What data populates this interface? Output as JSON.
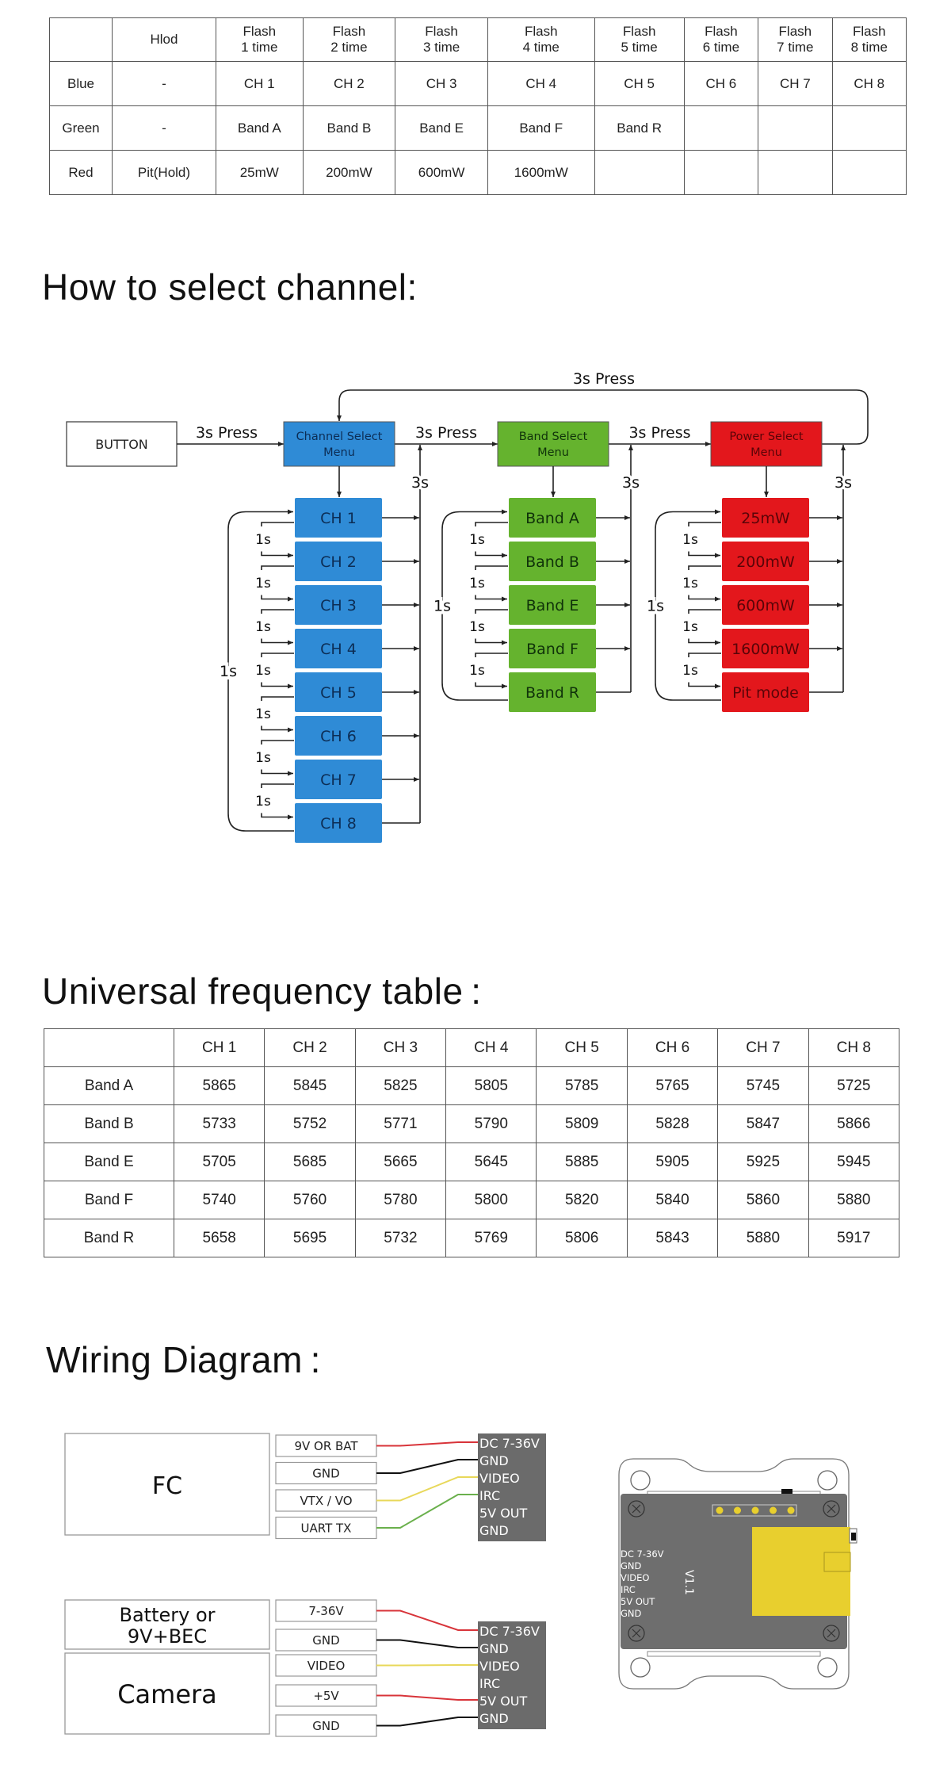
{
  "led_table": {
    "headers": [
      "",
      "Hlod",
      "Flash\n1 time",
      "Flash\n2 time",
      "Flash\n3 time",
      "Flash\n4 time",
      "Flash\n5 time",
      "Flash\n6 time",
      "Flash\n7 time",
      "Flash\n8 time"
    ],
    "header_lines": [
      [
        "",
        ""
      ],
      [
        "Hlod",
        ""
      ],
      [
        "Flash",
        "1 time"
      ],
      [
        "Flash",
        "2 time"
      ],
      [
        "Flash",
        "3 time"
      ],
      [
        "Flash",
        "4 time"
      ],
      [
        "Flash",
        "5 time"
      ],
      [
        "Flash",
        "6 time"
      ],
      [
        "Flash",
        "7 time"
      ],
      [
        "Flash",
        "8 time"
      ]
    ],
    "rows": [
      [
        "Blue",
        "-",
        "CH 1",
        "CH 2",
        "CH 3",
        "CH 4",
        "CH 5",
        "CH 6",
        "CH 7",
        "CH 8"
      ],
      [
        "Green",
        "-",
        "Band A",
        "Band B",
        "Band E",
        "Band F",
        "Band R",
        "",
        "",
        ""
      ],
      [
        "Red",
        "Pit(Hold)",
        "25mW",
        "200mW",
        "600mW",
        "1600mW",
        "",
        "",
        "",
        ""
      ]
    ]
  },
  "channel_section": {
    "title": "How to select channel:",
    "button_label": "BUTTON",
    "press_label": "3s Press",
    "loop_label": "3s Press",
    "short_label": "3s",
    "step_label": "1s",
    "menus": [
      {
        "label_lines": [
          "Channel Select",
          "Menu"
        ],
        "color": "#2f8bd6",
        "text_color": "#0c2d55",
        "items": [
          "CH 1",
          "CH 2",
          "CH 3",
          "CH 4",
          "CH 5",
          "CH 6",
          "CH 7",
          "CH 8"
        ]
      },
      {
        "label_lines": [
          "Band Select",
          "Menu"
        ],
        "color": "#65b32e",
        "text_color": "#10330a",
        "items": [
          "Band A",
          "Band B",
          "Band E",
          "Band F",
          "Band R"
        ]
      },
      {
        "label_lines": [
          "Power Select",
          "Menu"
        ],
        "color": "#e3171c",
        "text_color": "#5a0408",
        "items": [
          "25mW",
          "200mW",
          "600mW",
          "1600mW",
          "Pit mode"
        ]
      }
    ]
  },
  "freq_section": {
    "title": "Universal frequency table :",
    "headers": [
      "",
      "CH 1",
      "CH 2",
      "CH 3",
      "CH 4",
      "CH 5",
      "CH 6",
      "CH 7",
      "CH 8"
    ],
    "rows": [
      [
        "Band A",
        "5865",
        "5845",
        "5825",
        "5805",
        "5785",
        "5765",
        "5745",
        "5725"
      ],
      [
        "Band B",
        "5733",
        "5752",
        "5771",
        "5790",
        "5809",
        "5828",
        "5847",
        "5866"
      ],
      [
        "Band E",
        "5705",
        "5685",
        "5665",
        "5645",
        "5885",
        "5905",
        "5925",
        "5945"
      ],
      [
        "Band F",
        "5740",
        "5760",
        "5780",
        "5800",
        "5820",
        "5840",
        "5860",
        "5880"
      ],
      [
        "Band R",
        "5658",
        "5695",
        "5732",
        "5769",
        "5806",
        "5843",
        "5880",
        "5917"
      ]
    ]
  },
  "wiring_section": {
    "title": "Wiring Diagram :",
    "vtx_pins": [
      "DC 7-36V",
      "GND",
      "VIDEO",
      "IRC",
      "5V OUT",
      "GND"
    ],
    "fc": {
      "label": "FC",
      "pins": [
        "9V OR BAT",
        "GND",
        "VTX / VO",
        "UART TX"
      ],
      "wires": [
        {
          "from": 0,
          "to": 0,
          "color": "#d8343a"
        },
        {
          "from": 1,
          "to": 1,
          "color": "#111111"
        },
        {
          "from": 2,
          "to": 2,
          "color": "#e8d85a"
        },
        {
          "from": 3,
          "to": 3,
          "color": "#6ab04c"
        }
      ]
    },
    "power_camera": {
      "battery_label_lines": [
        "Battery or",
        "9V+BEC"
      ],
      "camera_label": "Camera",
      "pins": [
        "7-36V",
        "GND",
        "VIDEO",
        "+5V",
        "GND"
      ],
      "wires": [
        {
          "from": 0,
          "to": 0,
          "color": "#d8343a"
        },
        {
          "from": 1,
          "to": 1,
          "color": "#111111"
        },
        {
          "from": 2,
          "to": 2,
          "color": "#e8d85a"
        },
        {
          "from": 3,
          "to": 4,
          "color": "#d8343a"
        },
        {
          "from": 4,
          "to": 5,
          "color": "#111111"
        }
      ]
    },
    "board": {
      "pin_labels": [
        "DC 7-36V",
        "GND",
        "VIDEO",
        "IRC",
        "5V OUT",
        "GND"
      ],
      "version": "V1.1",
      "pcb_color": "#6e6e6e",
      "module_color": "#e8cf2e",
      "header_pins": 5
    }
  }
}
